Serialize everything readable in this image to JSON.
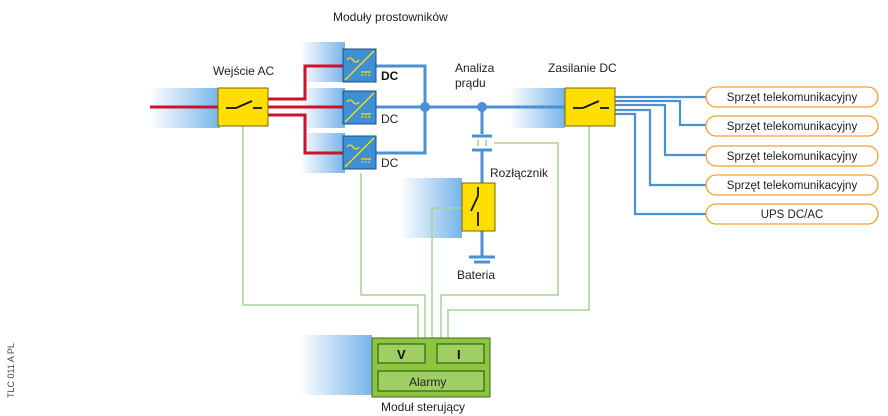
{
  "labels": {
    "rectifier_modules": "Moduły prostowników",
    "ac_input": "Wejście AC",
    "dc_1": "DC",
    "dc_2": "DC",
    "dc_3": "DC",
    "analysis_line1": "Analiza",
    "analysis_line2": "prądu",
    "dc_supply": "Zasilanie DC",
    "disconnector": "Rozłącznik",
    "battery": "Bateria",
    "control_module": "Moduł sterujący",
    "ctrl_v": "V",
    "ctrl_i": "I",
    "ctrl_alarms": "Alarmy",
    "side_code": "TLC 011 A PL"
  },
  "outputs": [
    "Sprzęt telekomunikacyjny",
    "Sprzęt telekomunikacyjny",
    "Sprzęt telekomunikacyjny",
    "Sprzęt telekomunikacyjny",
    "UPS DC/AC"
  ],
  "colors": {
    "ac_line": "#d0112b",
    "dc_line": "#4a90d2",
    "signal_line": "#9ccf8e",
    "yellow_box": "#ffde00",
    "blue_box": "#3d8fd6",
    "control_fill": "#8cc63f",
    "output_border": "#f0a030"
  }
}
